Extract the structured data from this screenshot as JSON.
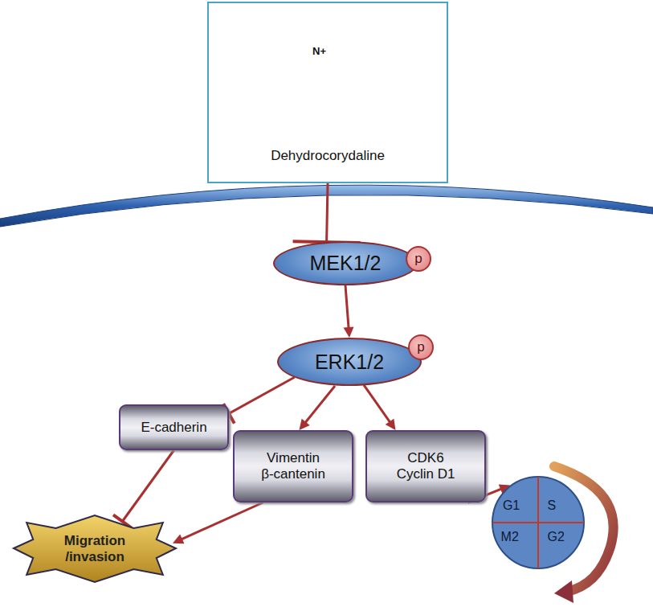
{
  "diagram": {
    "nodes": [
      {
        "text": [
          "Dehydrocorydaline"
        ]
      },
      {
        "text": [
          "MEK1/2"
        ]
      },
      {
        "text": [
          "p"
        ]
      },
      {
        "text": [
          "ERK1/2"
        ]
      },
      {
        "text": [
          "p"
        ]
      },
      {
        "text": [
          "E-cadherin"
        ]
      },
      {
        "text": [
          "Vimentin",
          "β-cantenin"
        ]
      },
      {
        "text": [
          "CDK6",
          "Cyclin D1"
        ]
      },
      {
        "text": [
          "Migration /invasion"
        ]
      },
      {
        "text": [
          "G1",
          "S",
          "M2",
          "G2"
        ]
      }
    ],
    "edges": [
      {
        "from": 0,
        "to": 1,
        "arrow": "to"
      },
      {
        "from": 1,
        "to": 3,
        "arrow": "to"
      },
      {
        "from": 3,
        "to": 5,
        "arrow": "to"
      },
      {
        "from": 3,
        "to": 6,
        "arrow": "to"
      },
      {
        "from": 3,
        "to": 7,
        "arrow": "to"
      },
      {
        "from": 5,
        "to": 8,
        "arrow": "to"
      },
      {
        "from": 6,
        "to": 8,
        "arrow": "to"
      },
      {
        "from": 7,
        "to": 9,
        "arrow": "to"
      }
    ],
    "labels": [
      "N+"
    ]
  }
}
